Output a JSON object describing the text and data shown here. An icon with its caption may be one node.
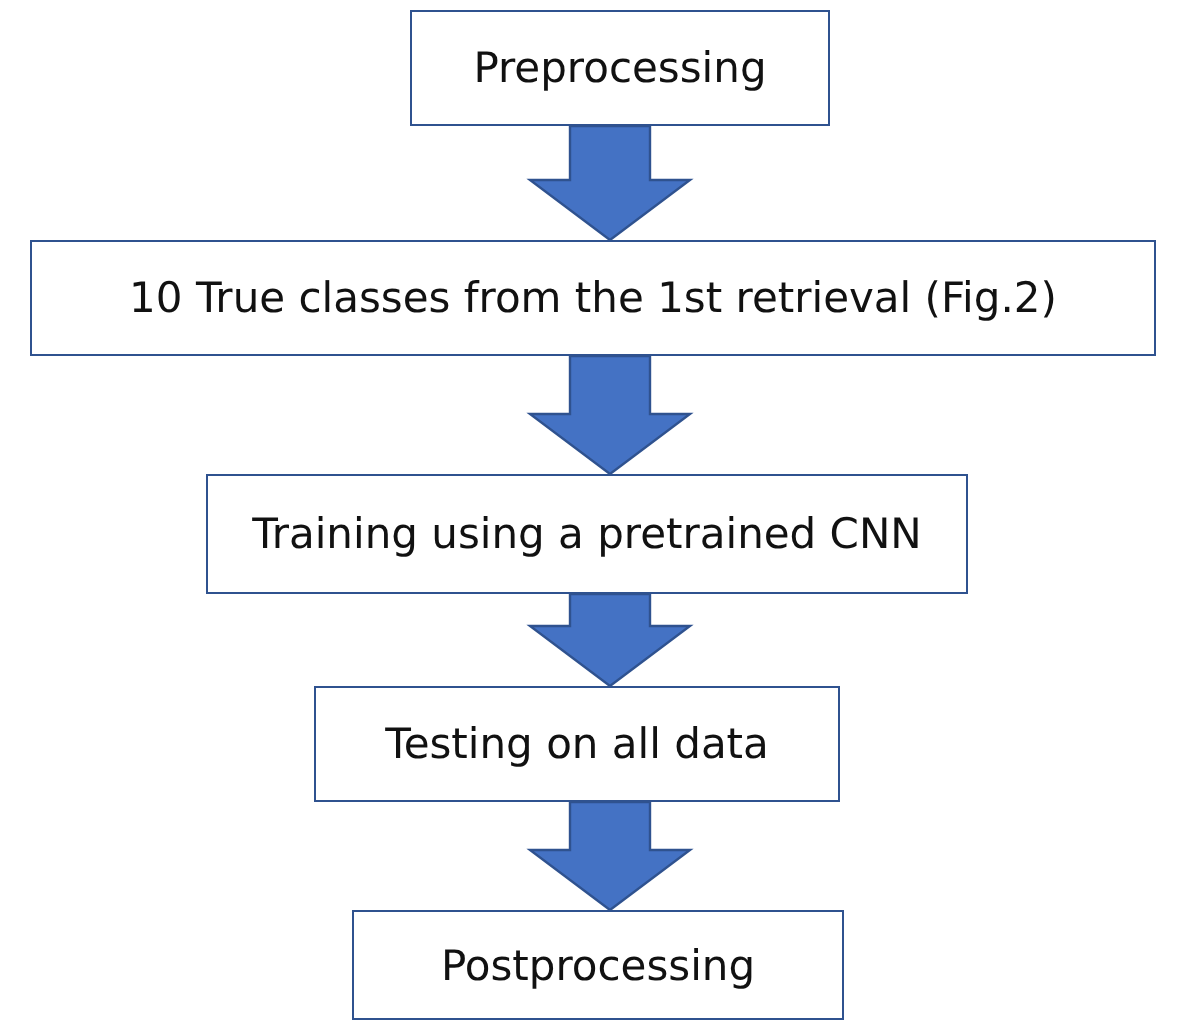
{
  "diagram": {
    "nodes": [
      {
        "text": [
          "Preprocessing"
        ]
      },
      {
        "text": [
          "10 True classes from the 1st retrieval (Fig.2)"
        ]
      },
      {
        "text": [
          "Training using a pretrained CNN"
        ]
      },
      {
        "text": [
          "Testing on all data"
        ]
      },
      {
        "text": [
          "Postprocessing"
        ]
      }
    ],
    "edges": [
      {
        "from": 0,
        "to": 1,
        "arrow": "to",
        "style": "thick"
      },
      {
        "from": 1,
        "to": 2,
        "arrow": "to",
        "style": "thick"
      },
      {
        "from": 2,
        "to": 3,
        "arrow": "to",
        "style": "thick"
      },
      {
        "from": 3,
        "to": 4,
        "arrow": "to",
        "style": "thick"
      }
    ]
  }
}
